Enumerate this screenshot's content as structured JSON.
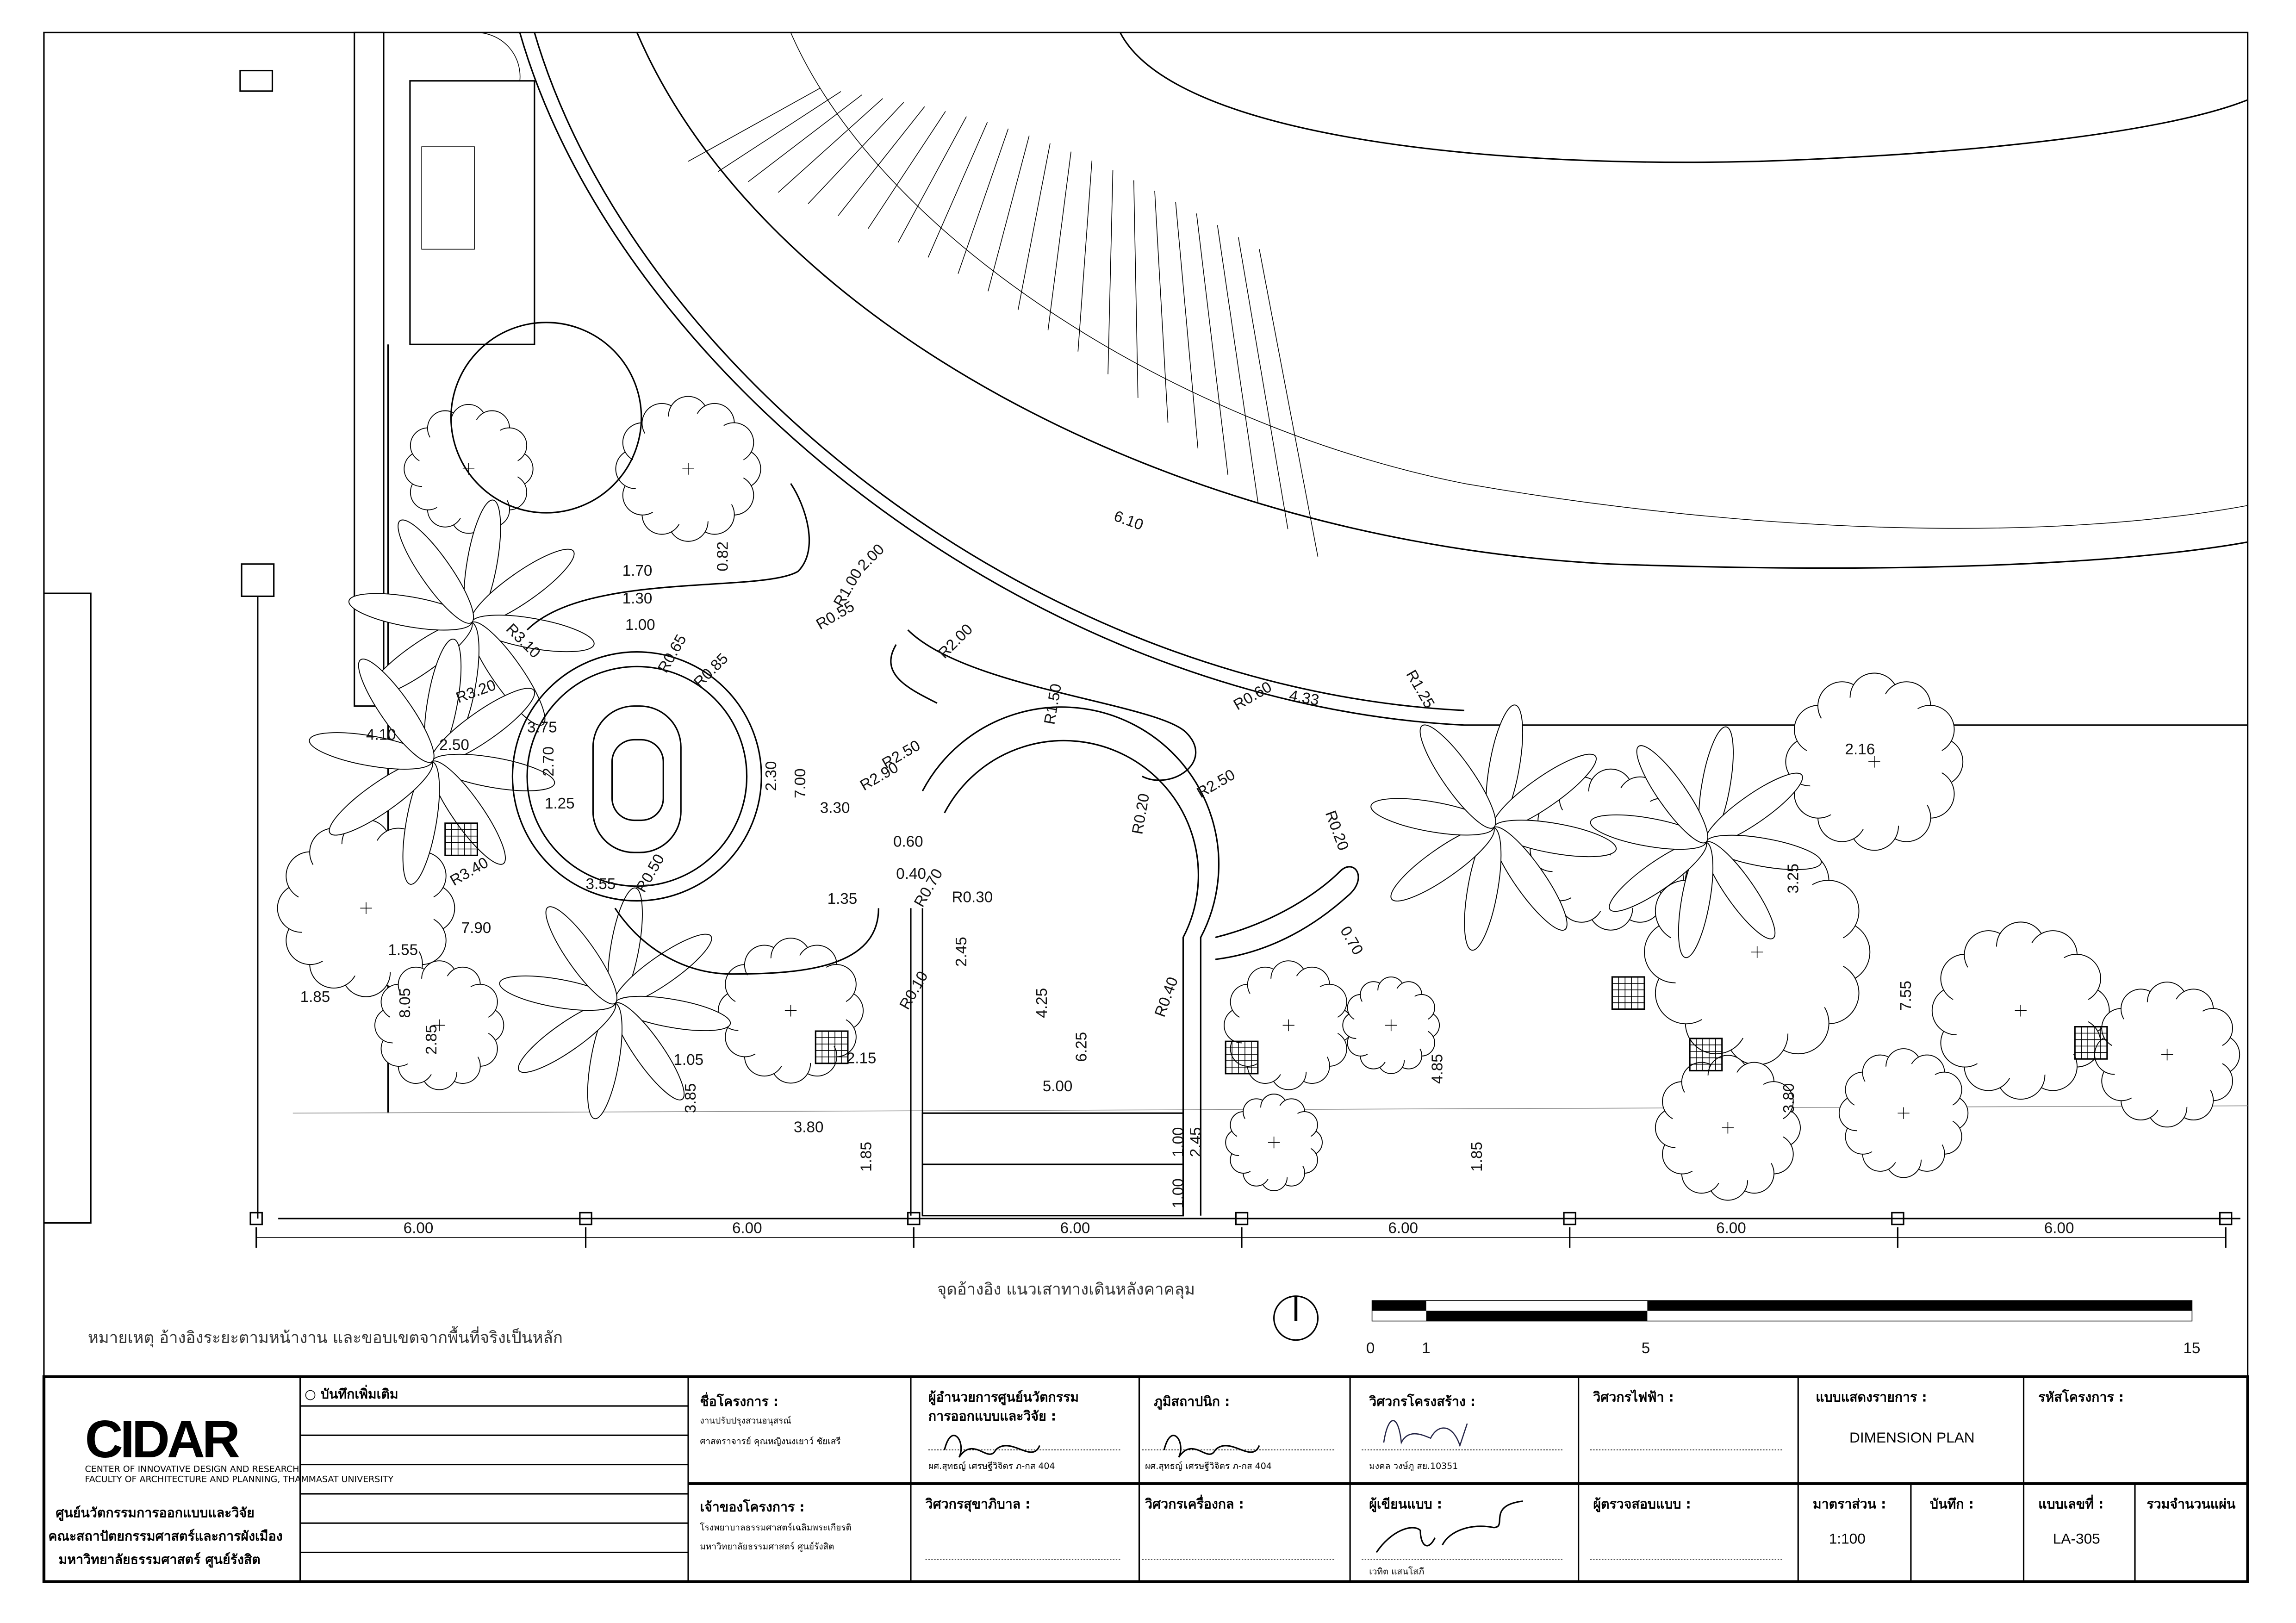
{
  "plan": {
    "reference_note": "จุดอ้างอิง แนวเสาทางเดินหลังคาคลุม",
    "remark": "หมายเหตุ อ้างอิงระยะตามหน้างาน และขอบเขตจากพื้นที่จริงเป็นหลัก",
    "grid_spacing_label": "6.00",
    "scale_bar_labels": [
      "0",
      "1",
      "5",
      "15"
    ],
    "dims": [
      "1.70",
      "0.82",
      "1.30",
      "1.00",
      "R0.65",
      "R0.85",
      "R0.55",
      "2.00",
      "R1.00",
      "6.10",
      "R3.10",
      "R3.20",
      "4.10",
      "2.50",
      "3.75",
      "2.70",
      "1.25",
      "2.30",
      "3.30",
      "7.00",
      "R2.90",
      "R2.50",
      "R2.00",
      "R1.50",
      "R0.20",
      "R0.60",
      "4.33",
      "R1.25",
      "R2.50",
      "R0.20",
      "2.16",
      "R3.40",
      "3.55",
      "7.90",
      "1.55",
      "1.85",
      "8.05",
      "2.85",
      "1.35",
      "R0.30",
      "0.60",
      "0.40",
      "2.45",
      "4.25",
      "6.25",
      "5.00",
      "3.80",
      "1.85",
      "1.00",
      "1.00",
      "2.45",
      "4.85",
      "1.85",
      "3.80",
      "7.55",
      "3.25",
      "R0.50",
      "R0.40",
      "0.70",
      "2.15",
      "1.05",
      "3.85",
      "R0.10",
      "R0.70"
    ]
  },
  "title_block": {
    "org_logo_text": "CIDAR",
    "org_logo_sub1": "CENTER OF INNOVATIVE DESIGN AND RESEARCH",
    "org_logo_sub2": "FACULTY OF ARCHITECTURE AND PLANNING, THAMMASAT UNIVERSITY",
    "org_name": [
      "ศูนย์นวัตกรรมการออกแบบและวิจัย",
      "คณะสถาปัตยกรรมศาสตร์และการผังเมือง",
      "มหาวิทยาลัยธรรมศาสตร์ ศูนย์รังสิต"
    ],
    "notes_label": "○ บันทึกเพิ่มเติม",
    "project_label": "ชื่อโครงการ :",
    "project_value": [
      "งานปรับปรุงสวนอนุสรณ์",
      "ศาสตราจารย์ คุณหญิงนงเยาว์ ชัยเสรี"
    ],
    "owner_label": "เจ้าของโครงการ :",
    "owner_value": [
      "โรงพยาบาลธรรมศาสตร์เฉลิมพระเกียรติ",
      "มหาวิทยาลัยธรรมศาสตร์ ศูนย์รังสิต"
    ],
    "director_label": [
      "ผู้อำนวยการศูนย์นวัตกรรม",
      "การออกแบบและวิจัย :"
    ],
    "director_name": "ผศ.สุทธญ์ เศรษฐีวิจิตร ภ-กส 404",
    "sanitary_label": "วิศวกรสุขาภิบาล :",
    "landscape_label": "ภูมิสถาปนิก :",
    "landscape_name": "ผศ.สุทธญ์ เศรษฐีวิจิตร ภ-กส 404",
    "mechanical_label": "วิศวกรเครื่องกล :",
    "structural_label": "วิศวกรโครงสร้าง :",
    "structural_name": "มงคล วงษ์ภู สย.10351",
    "drafter_label": "ผู้เขียนแบบ :",
    "drafter_name": "เวทิต แสนโสภี",
    "electrical_label": "วิศวกรไฟฟ้า :",
    "checker_label": "ผู้ตรวจสอบแบบ :",
    "drawing_label": "แบบแสดงรายการ :",
    "drawing_value": "DIMENSION PLAN",
    "scale_label": "มาตราส่วน :",
    "scale_value": "1:100",
    "record_label": "บันทึก :",
    "code_label": "รหัสโครงการ :",
    "sheet_label": "แบบเลขที่ :",
    "sheet_value": "LA-305",
    "total_label": "รวมจำนวนแผ่น"
  }
}
